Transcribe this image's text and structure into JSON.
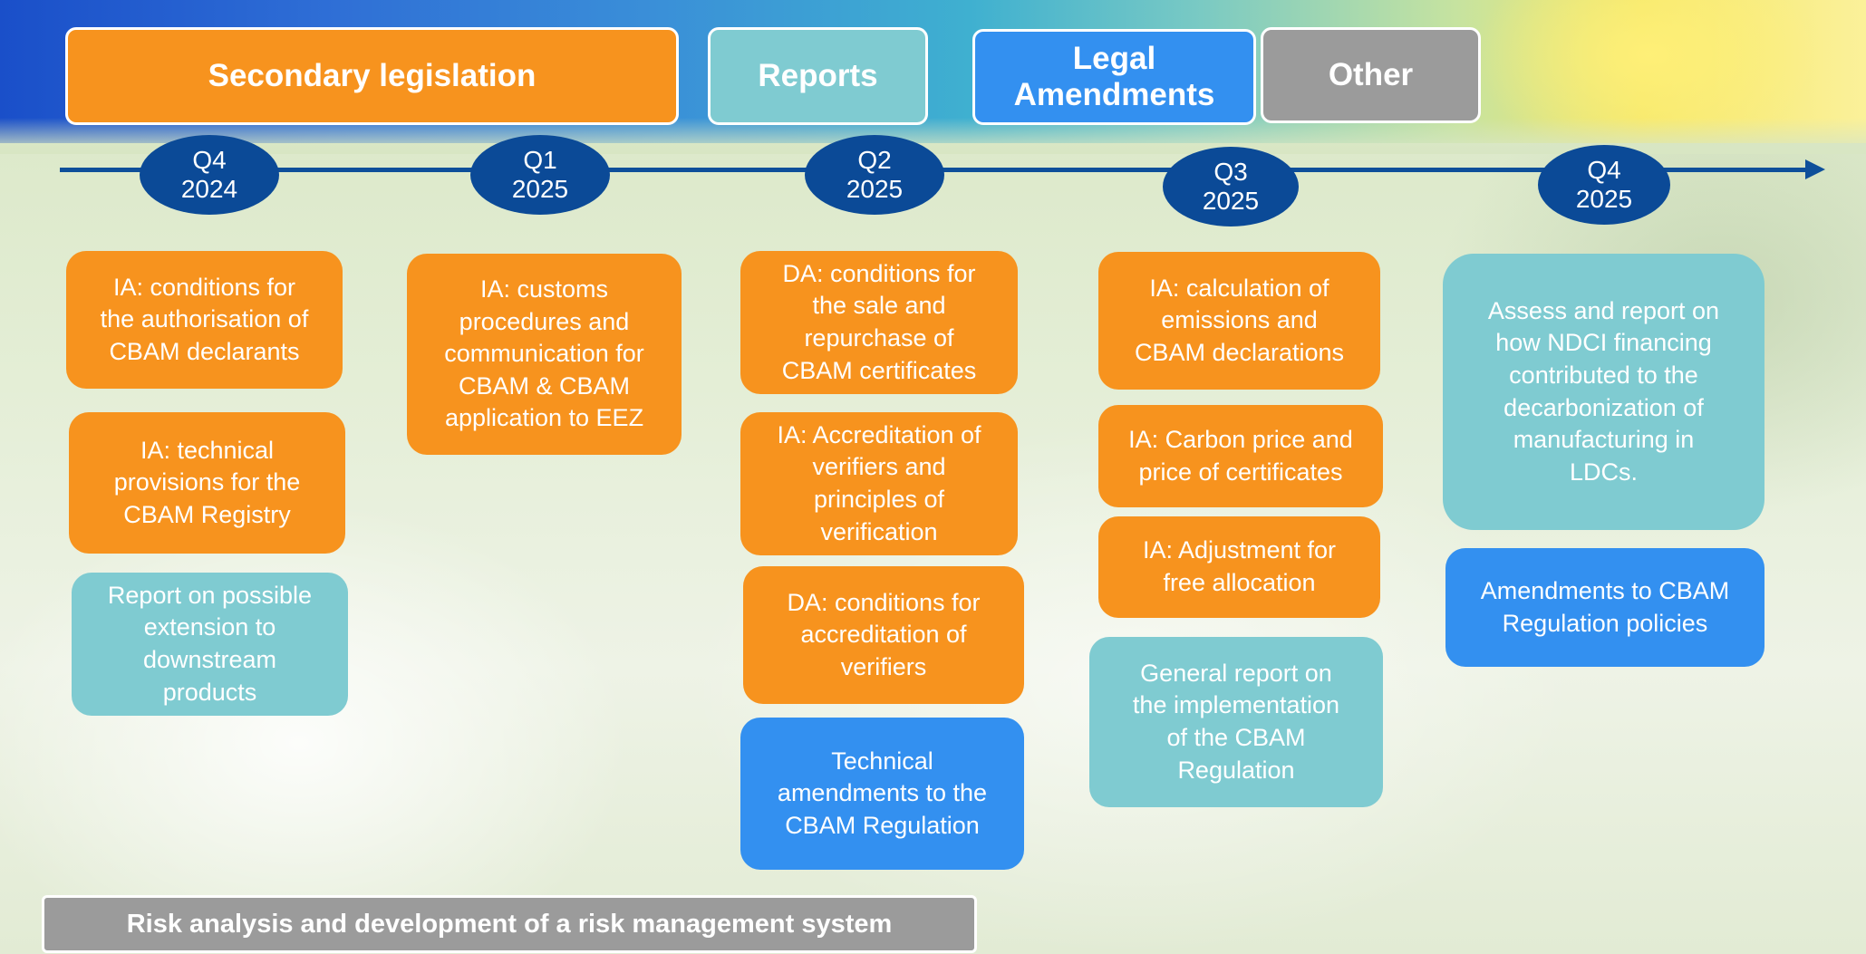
{
  "legend": {
    "secondary_legislation": "Secondary legislation",
    "reports": "Reports",
    "legal_amendments": "Legal\nAmendments",
    "other": "Other"
  },
  "colors": {
    "secondary_legislation": "#f7931e",
    "reports": "#7fcbd1",
    "legal_amendments": "#3390f0",
    "other": "#9b9b9b",
    "timeline": "#0b4a97"
  },
  "quarters": [
    {
      "q": "Q4",
      "year": "2024"
    },
    {
      "q": "Q1",
      "year": "2025"
    },
    {
      "q": "Q2",
      "year": "2025"
    },
    {
      "q": "Q3",
      "year": "2025"
    },
    {
      "q": "Q4",
      "year": "2025"
    }
  ],
  "items": {
    "q4_2024": [
      "IA: conditions for\nthe authorisation of\nCBAM declarants",
      "IA: technical\nprovisions for the\nCBAM Registry",
      "Report on possible\nextension to\ndownstream\nproducts"
    ],
    "q1_2025": [
      "IA: customs\nprocedures and\ncommunication for\nCBAM & CBAM\napplication to EEZ"
    ],
    "q2_2025": [
      "DA: conditions for\nthe sale and\nrepurchase of\nCBAM certificates",
      "IA: Accreditation of\nverifiers and\nprinciples of\nverification",
      "DA: conditions for\naccreditation of\nverifiers",
      "Technical\namendments to the\nCBAM Regulation"
    ],
    "q3_2025": [
      "IA: calculation of\nemissions and\nCBAM declarations",
      "IA: Carbon price and\nprice of certificates",
      "IA: Adjustment for\nfree allocation",
      "General report on\nthe implementation\nof the CBAM\nRegulation"
    ],
    "q4_2025": [
      "Assess and report on\nhow NDCI financing\ncontributed to the\ndecarbonization of\nmanufacturing in\nLDCs.",
      "Amendments to CBAM\nRegulation policies"
    ]
  },
  "bottom_bar": "Risk analysis and development of a risk management system"
}
